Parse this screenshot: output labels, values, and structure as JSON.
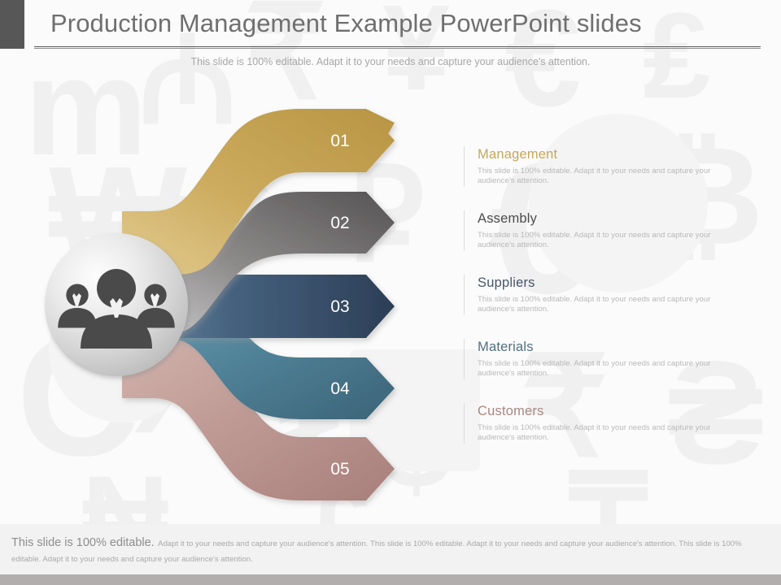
{
  "header": {
    "title": "Production Management Example PowerPoint slides",
    "subtitle": "This slide is 100% editable. Adapt it to your needs and capture your audience's attention.",
    "accent_color": "#575757"
  },
  "diagram": {
    "center_icon": "group-of-people-icon",
    "center_circle_color": "#d9d9d9",
    "ribbons": [
      {
        "number": "01",
        "label": "Management",
        "color": "#c9a654",
        "color_dark": "#b08f3e"
      },
      {
        "number": "02",
        "label": "Assembly",
        "color": "#8d8a8a",
        "color_dark": "#5a5758"
      },
      {
        "number": "03",
        "label": "Suppliers",
        "color": "#486684",
        "color_dark": "#2d3f57"
      },
      {
        "number": "04",
        "label": "Materials",
        "color": "#52839a",
        "color_dark": "#3d6478"
      },
      {
        "number": "05",
        "label": "Customers",
        "color": "#bb9590",
        "color_dark": "#a87f7b"
      }
    ]
  },
  "items": [
    {
      "title": "Management",
      "title_color": "#c6a75d",
      "desc": "This slide is 100% editable. Adapt it to your needs and capture your audience's attention."
    },
    {
      "title": "Assembly",
      "title_color": "#4c4c4c",
      "desc": "This slide is 100% editable. Adapt it to your needs and capture your audience's attention."
    },
    {
      "title": "Suppliers",
      "title_color": "#46556a",
      "desc": "This slide is 100% editable. Adapt it to your needs and capture your audience's attention."
    },
    {
      "title": "Materials",
      "title_color": "#52707f",
      "desc": "This slide is 100% editable. Adapt it to your needs and capture your audience's attention."
    },
    {
      "title": "Customers",
      "title_color": "#a98782",
      "desc": "This slide is 100% editable. Adapt it to your needs and capture your audience's attention."
    }
  ],
  "footer": {
    "lead": "This slide is 100% editable.",
    "rest": "Adapt it to your needs and capture your audience's attention. This slide is 100% editable. Adapt it to your needs and capture your audience's attention. This slide is 100% editable. Adapt it to your needs and capture your audience's attention.",
    "bar_color": "#b3aeae"
  }
}
